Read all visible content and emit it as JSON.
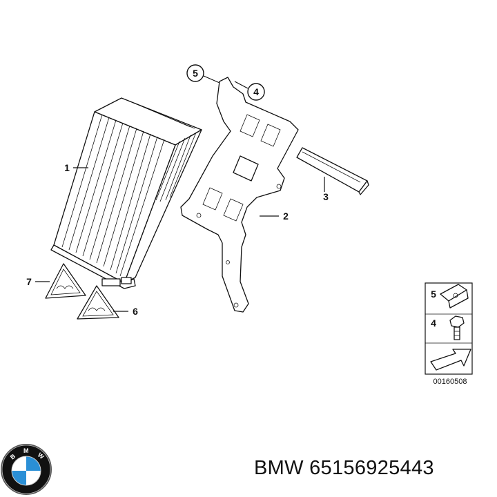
{
  "callouts": {
    "c1": "1",
    "c2": "2",
    "c3": "3",
    "c4": "4",
    "c5": "5",
    "c6": "6",
    "c7": "7"
  },
  "legend": {
    "item_5": "5",
    "item_4": "4",
    "diagram_code": "00160508"
  },
  "footer": {
    "brand": "BMW",
    "part_number": "65156925443",
    "text": "BMW 65156925443"
  },
  "logo": {
    "letters": "BMW",
    "colors": {
      "ring": "#111111",
      "blue": "#2a8fd6",
      "white": "#ffffff"
    }
  }
}
